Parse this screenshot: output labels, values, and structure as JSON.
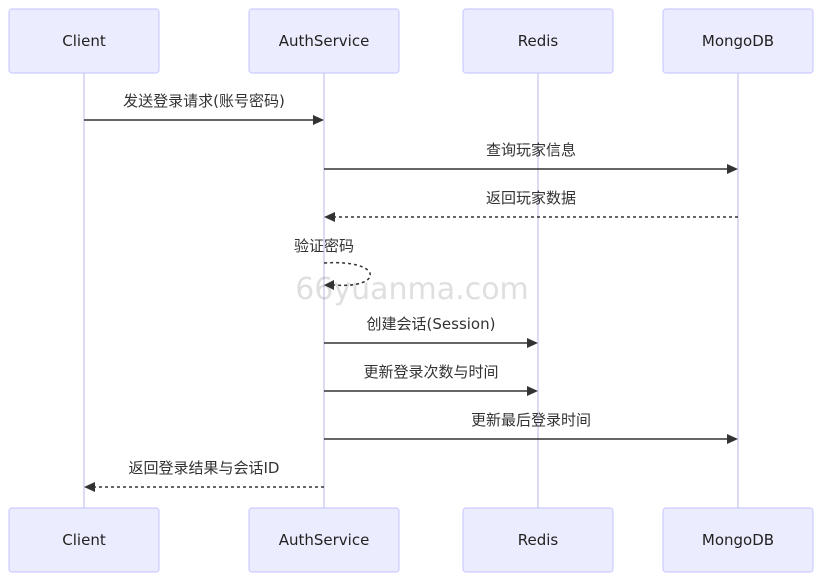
{
  "actors": [
    {
      "id": "client",
      "label": "Client"
    },
    {
      "id": "auth",
      "label": "AuthService"
    },
    {
      "id": "redis",
      "label": "Redis"
    },
    {
      "id": "mongo",
      "label": "MongoDB"
    }
  ],
  "messages": [
    {
      "from": "client",
      "to": "auth",
      "label": "发送登录请求(账号密码)",
      "style": "solid"
    },
    {
      "from": "auth",
      "to": "mongo",
      "label": "查询玩家信息",
      "style": "solid"
    },
    {
      "from": "mongo",
      "to": "auth",
      "label": "返回玩家数据",
      "style": "dashed"
    },
    {
      "from": "auth",
      "to": "auth",
      "label": "验证密码",
      "style": "dashed"
    },
    {
      "from": "auth",
      "to": "redis",
      "label": "创建会话(Session)",
      "style": "solid"
    },
    {
      "from": "auth",
      "to": "redis",
      "label": "更新登录次数与时间",
      "style": "solid"
    },
    {
      "from": "auth",
      "to": "mongo",
      "label": "更新最后登录时间",
      "style": "solid"
    },
    {
      "from": "auth",
      "to": "client",
      "label": "返回登录结果与会话ID",
      "style": "dashed"
    }
  ],
  "watermark": "66yuanma.com",
  "colors": {
    "actor_fill": "#ECECFF",
    "actor_stroke": "#CCCCFF",
    "lifeline": "#CFCFEF",
    "line": "#333333"
  }
}
